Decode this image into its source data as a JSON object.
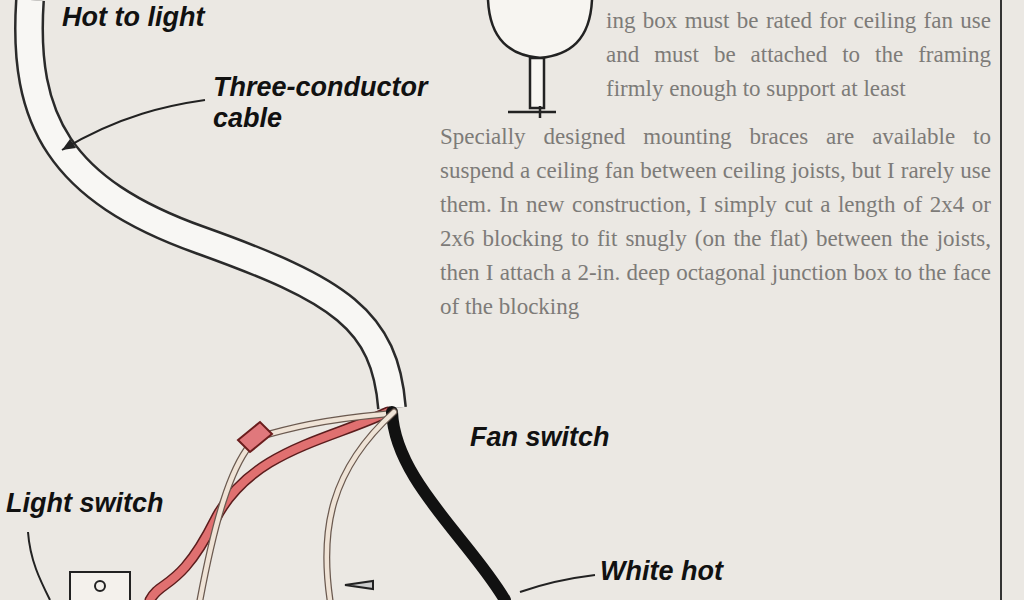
{
  "diagram": {
    "labels": [
      "Hot to light",
      "Three-conductor cable",
      "Fan switch",
      "Light switch",
      "White hot",
      "ing box must be rated for ceiling fan use and must be attached to the framing firmly enough to support at least",
      "Specially designed mounting braces are available to suspend a ceiling fan between ceiling joists, but I rarely use them. In new construction, I simply cut a length of 2x4 or 2x6 blocking to fit snugly (on the flat) between the joists, then I attach a 2-in. deep octagonal junction box to the face of the blocking"
    ]
  }
}
